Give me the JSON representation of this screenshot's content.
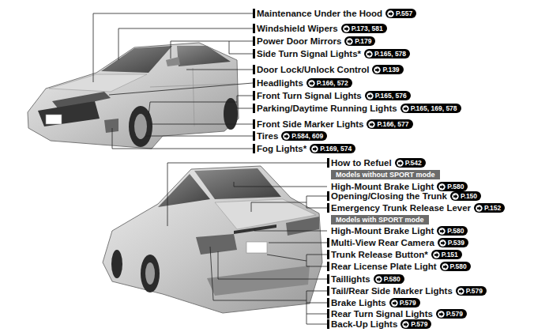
{
  "diagram": {
    "nodes": [
      {
        "text": [
          "P.557"
        ]
      },
      {
        "text": [
          "P.173, 581"
        ]
      },
      {
        "text": [
          "P.179"
        ]
      },
      {
        "text": [
          "P.165, 578"
        ]
      },
      {
        "text": [
          "P.139"
        ]
      },
      {
        "text": [
          "P.166, 572"
        ]
      },
      {
        "text": [
          "P.165, 576"
        ]
      },
      {
        "text": [
          "P.165, 169, 578"
        ]
      },
      {
        "text": [
          "P.166, 577"
        ]
      },
      {
        "text": [
          "P.584, 609"
        ]
      },
      {
        "text": [
          "P.169, 574"
        ]
      },
      {
        "text": [
          "P.542"
        ]
      },
      {
        "text": [
          "Models without SPORT mode"
        ]
      },
      {
        "text": [
          "P.580"
        ]
      },
      {
        "text": [
          "P.150"
        ]
      },
      {
        "text": [
          "P.152"
        ]
      },
      {
        "text": [
          "Models with SPORT mode"
        ]
      },
      {
        "text": [
          "P.580"
        ]
      },
      {
        "text": [
          "P.539"
        ]
      },
      {
        "text": [
          "P.151"
        ]
      },
      {
        "text": [
          "P.580"
        ]
      },
      {
        "text": [
          "P.580"
        ]
      },
      {
        "text": [
          "P.579"
        ]
      },
      {
        "text": [
          "P.579"
        ]
      },
      {
        "text": [
          "P.579"
        ]
      },
      {
        "text": [
          "P.579"
        ]
      }
    ],
    "labels": [
      "Maintenance Under the Hood",
      "Windshield Wipers",
      "Power Door Mirrors",
      "Side Turn Signal Lights*",
      "Door Lock/Unlock Control",
      "Headlights",
      "Front Turn Signal Lights",
      "Parking/Daytime Running Lights",
      "Front Side Marker Lights",
      "Tires",
      "Fog Lights*",
      "How to Refuel",
      "High-Mount Brake Light",
      "Opening/Closing the Trunk",
      "Emergency Trunk Release Lever",
      "High-Mount Brake Light",
      "Multi-View Rear Camera",
      "Trunk Release Button*",
      "Rear License Plate Light",
      "Taillights",
      "Tail/Rear Side Marker Lights",
      "Brake Lights",
      "Rear Turn Signal Lights",
      "Back-Up Lights"
    ]
  }
}
